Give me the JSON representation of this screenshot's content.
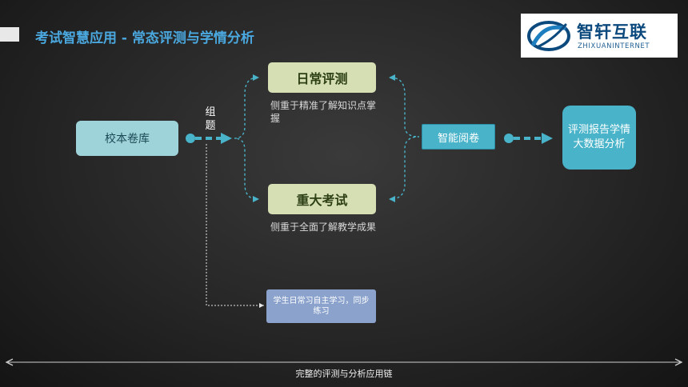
{
  "slide": {
    "title": "考试智慧应用  -  常态评测与学情分析",
    "footer": "完整的评测与分析应用链"
  },
  "logo": {
    "cn": "智轩互联",
    "en": "ZHIXUANINTERNET"
  },
  "nodes": {
    "source": "校本卷库",
    "compose": "组题",
    "daily": "日常评测",
    "daily_desc": "侧重于精准了解知识点掌握",
    "major": "重大考试",
    "major_desc": "侧重于全面了解教学成果",
    "marking": "智能阅卷",
    "report": "评测报告学情大数据分析",
    "self_study": "学生日常习自主学习，同步练习"
  },
  "colors": {
    "title": "#4aa8df",
    "accent": "#49b3c9",
    "source_box": "#9fd3da",
    "eval_box": "#d6dfb4",
    "self_study_box": "#8ba3cc"
  }
}
